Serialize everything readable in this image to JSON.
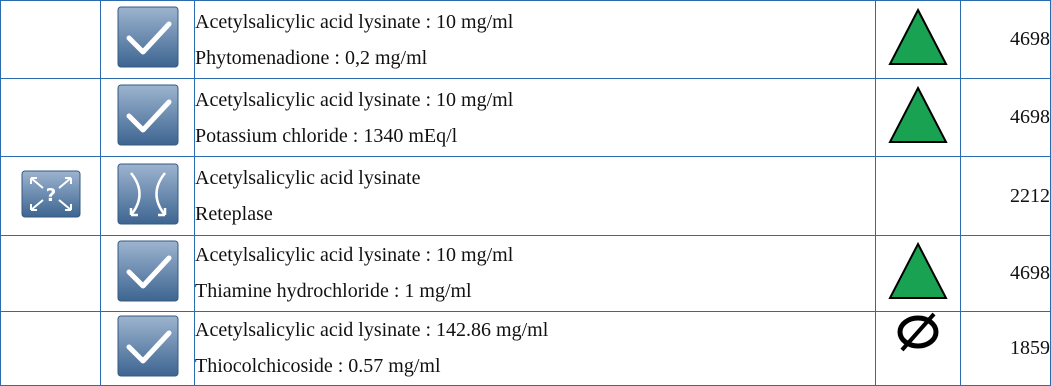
{
  "rows": [
    {
      "left_icon": "",
      "status_icon": "check-icon",
      "line1": "Acetylsalicylic acid lysinate : 10 mg/ml",
      "line2": "Phytomenadione : 0,2 mg/ml",
      "level_icon": "green-triangle-icon",
      "count": "4698"
    },
    {
      "left_icon": "",
      "status_icon": "check-icon",
      "line1": "Acetylsalicylic acid lysinate : 10 mg/ml",
      "line2": "Potassium chloride : 1340 mEq/l",
      "level_icon": "green-triangle-icon",
      "count": "4698"
    },
    {
      "left_icon": "question-arrows-icon",
      "status_icon": "crossed-arrows-icon",
      "line1": "Acetylsalicylic acid lysinate",
      "line2": "Reteplase",
      "level_icon": "",
      "count": "2212"
    },
    {
      "left_icon": "",
      "status_icon": "check-icon",
      "line1": "Acetylsalicylic acid lysinate : 10 mg/ml",
      "line2": "Thiamine hydrochloride : 1 mg/ml",
      "level_icon": "green-triangle-icon",
      "count": "4698"
    },
    {
      "left_icon": "",
      "status_icon": "check-icon",
      "line1": "Acetylsalicylic acid lysinate : 142.86 mg/ml",
      "line2": "Thiocolchicoside : 0.57 mg/ml",
      "level_icon": "empty-set-icon",
      "count": "1859"
    }
  ],
  "colors": {
    "border": "#2b6cb0",
    "icon_bg_top": "#8fa9c6",
    "icon_bg_bottom": "#3d6591",
    "triangle": "#1aa253"
  }
}
